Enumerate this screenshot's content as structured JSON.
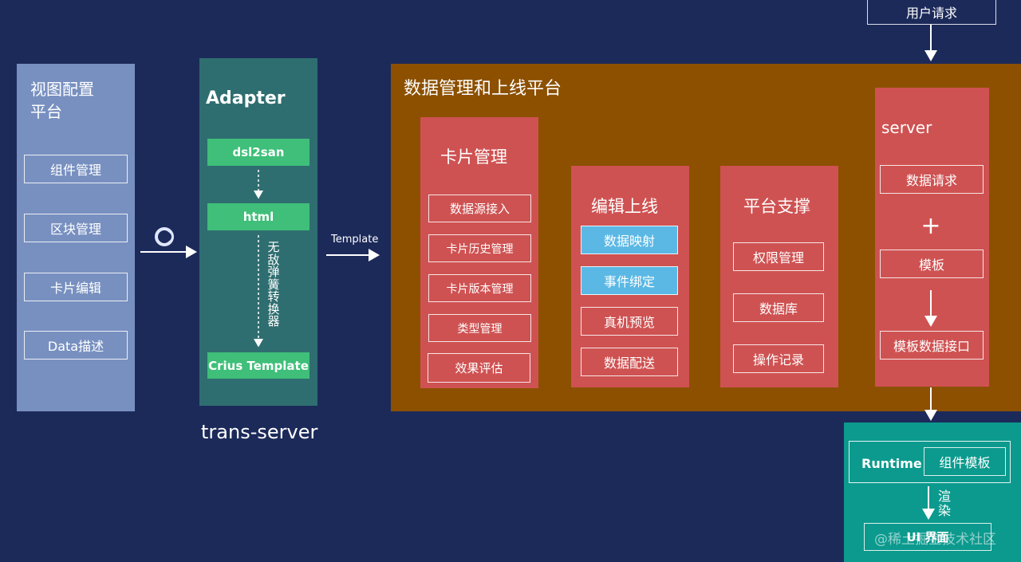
{
  "view_config": {
    "title_line1": "视图配置",
    "title_line2": "平台",
    "items": [
      "组件管理",
      "区块管理",
      "卡片编辑",
      "Data描述"
    ]
  },
  "adapter": {
    "title": "Adapter",
    "dsl2san": "dsl2san",
    "html": "html",
    "converter_label": [
      "无",
      "敌",
      "弹",
      "簧",
      "转",
      "换",
      "器"
    ],
    "crius": "Crius Template",
    "caption": "trans-server"
  },
  "edge_template_label": "Template",
  "platform": {
    "title": "数据管理和上线平台",
    "card_mgmt": {
      "title": "卡片管理",
      "items": [
        "数据源接入",
        "卡片历史管理",
        "卡片版本管理",
        "类型管理",
        "效果评估"
      ]
    },
    "edit_online": {
      "title": "编辑上线",
      "items": [
        "数据映射",
        "事件绑定",
        "真机预览",
        "数据配送"
      ]
    },
    "platform_support": {
      "title": "平台支撑",
      "items": [
        "权限管理",
        "数据库",
        "操作记录"
      ]
    },
    "server": {
      "title": "server",
      "data_request": "数据请求",
      "plus": "+",
      "template": "模板",
      "template_api": "模板数据接口"
    }
  },
  "user_request": "用户请求",
  "runtime": {
    "title": "Runtime",
    "component_template": "组件模板",
    "render_label": [
      "渲",
      "染"
    ],
    "ui": "UI 界面"
  },
  "watermark": "@稀土掘金技术社区",
  "colors": {
    "background": "#1c2a5a",
    "view_panel": "#7890c0",
    "adapter_panel": "#2f6e70",
    "green": "#3fbf79",
    "platform_panel": "#8c5000",
    "red": "#cf5252",
    "blue": "#5bb8e4",
    "runtime": "#0c9a8e"
  }
}
